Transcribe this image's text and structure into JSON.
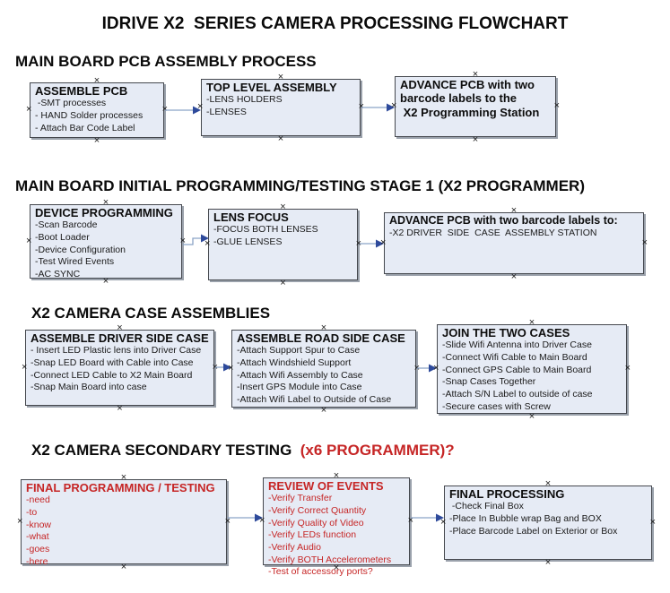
{
  "title": "IDRIVE X2  SERIES CAMERA PROCESSING FLOWCHART",
  "colors": {
    "box_fill": "#e6ebf5",
    "box_border": "#45484e",
    "box_shadow": "#9aa1ab",
    "connector_line": "#8ba3c7",
    "connector_head": "#2e4a9b",
    "accent_red": "#c62626"
  },
  "sections": [
    {
      "header": "MAIN BOARD PCB ASSEMBLY PROCESS",
      "boxes": [
        {
          "title": "ASSEMBLE PCB",
          "items": [
            " -SMT processes",
            "- HAND Solder processes",
            "- Attach Bar Code Label"
          ]
        },
        {
          "title": "TOP LEVEL ASSEMBLY",
          "items": [
            "-LENS HOLDERS",
            "-LENSES"
          ]
        },
        {
          "title": "ADVANCE PCB with two\nbarcode labels to the\n X2 Programming Station",
          "items": []
        }
      ]
    },
    {
      "header": "MAIN BOARD INITIAL PROGRAMMING/TESTING STAGE 1 (X2 PROGRAMMER)",
      "boxes": [
        {
          "title": "DEVICE PROGRAMMING",
          "items": [
            "-Scan Barcode",
            "-Boot Loader",
            "-Device Configuration",
            "-Test Wired Events",
            "-AC SYNC"
          ]
        },
        {
          "title": "LENS FOCUS",
          "items": [
            "-FOCUS BOTH LENSES",
            "-GLUE LENSES"
          ]
        },
        {
          "title": "ADVANCE PCB with two barcode labels to:",
          "items": [
            "-X2 DRIVER  SIDE  CASE  ASSEMBLY STATION"
          ]
        }
      ]
    },
    {
      "header": "X2 CAMERA CASE ASSEMBLIES",
      "boxes": [
        {
          "title": "ASSEMBLE DRIVER SIDE CASE",
          "items": [
            "- Insert LED Plastic lens into Driver Case",
            "-Snap LED Board with Cable into Case",
            "-Connect LED Cable to X2 Main Board",
            "-Snap Main Board into case"
          ]
        },
        {
          "title": "ASSEMBLE ROAD SIDE CASE",
          "items": [
            "-Attach Support Spur to Case",
            "-Attach Windshield Support",
            "-Attach Wifi Assembly to Case",
            "-Insert GPS Module into Case",
            "-Attach Wifi Label to Outside of Case"
          ]
        },
        {
          "title": "JOIN THE TWO CASES",
          "items": [
            "-Slide Wifi Antenna into Driver Case",
            "-Connect Wifi Cable to Main Board",
            "-Connect GPS Cable to Main Board",
            "-Snap Cases Together",
            "-Attach S/N Label to outside of case",
            "-Secure cases with Screw"
          ]
        }
      ]
    },
    {
      "header": "X2 CAMERA SECONDARY TESTING  ",
      "header_suffix": "(x6 PROGRAMMER)?",
      "boxes": [
        {
          "title": "FINAL PROGRAMMING / TESTING",
          "items": [
            "-need",
            "-to",
            "-know",
            "-what",
            "-goes",
            "-here"
          ]
        },
        {
          "title": "REVIEW OF EVENTS",
          "items": [
            "-Verify Transfer",
            "-Verify Correct Quantity",
            "-Verify Quality of Video",
            "-Verify LEDs function",
            "-Verify Audio",
            "-Verify BOTH Accelerometers",
            "-Test of accessory ports?"
          ]
        },
        {
          "title": "FINAL PROCESSING",
          "items": [
            " -Check Final Box",
            "-Place In Bubble wrap Bag and BOX",
            "-Place Barcode Label on Exterior or Box"
          ]
        }
      ]
    }
  ]
}
